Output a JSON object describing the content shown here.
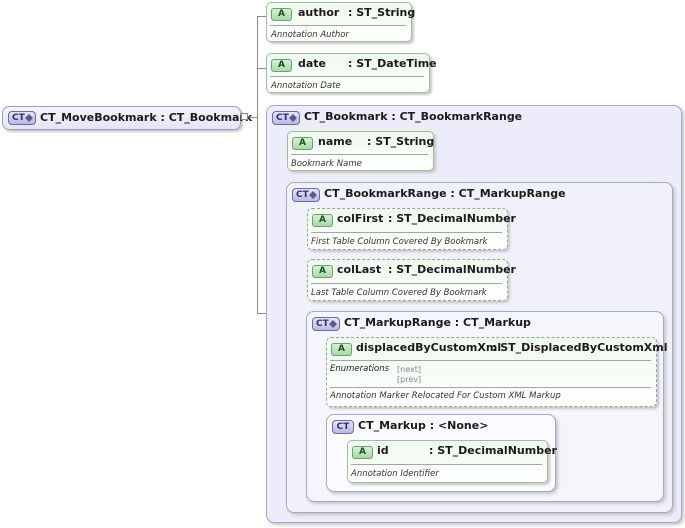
{
  "root": {
    "badge": "CT",
    "name": "CT_MoveBookmark : CT_Bookmark"
  },
  "attributes": {
    "author": {
      "badge": "A",
      "name": "author",
      "type": ": ST_String",
      "doc": "Annotation Author"
    },
    "date": {
      "badge": "A",
      "name": "date",
      "type": ": ST_DateTime",
      "doc": "Annotation Date"
    },
    "name": {
      "badge": "A",
      "name": "name",
      "type": ": ST_String",
      "doc": "Bookmark Name"
    },
    "colFirst": {
      "badge": "A",
      "name": "colFirst",
      "type": ": ST_DecimalNumber",
      "doc": "First Table Column Covered By Bookmark"
    },
    "colLast": {
      "badge": "A",
      "name": "colLast",
      "type": ": ST_DecimalNumber",
      "doc": "Last Table Column Covered By Bookmark"
    },
    "displaced": {
      "badge": "A",
      "name": "displacedByCustomXml",
      "type": ": ST_DisplacedByCustomXml",
      "enum_label": "Enumerations",
      "enum_values": [
        "[next]",
        "[prev]"
      ],
      "doc": "Annotation Marker Relocated For Custom XML Markup"
    },
    "id": {
      "badge": "A",
      "name": "id",
      "type": ": ST_DecimalNumber",
      "doc": "Annotation Identifier"
    }
  },
  "groups": {
    "bookmark": {
      "badge": "CT",
      "title": "CT_Bookmark : CT_BookmarkRange"
    },
    "bookmarkRange": {
      "badge": "CT",
      "title": "CT_BookmarkRange : CT_MarkupRange"
    },
    "markupRange": {
      "badge": "CT",
      "title": "CT_MarkupRange : CT_Markup"
    },
    "markup": {
      "badge": "CT",
      "title": "CT_Markup : <None>"
    }
  }
}
